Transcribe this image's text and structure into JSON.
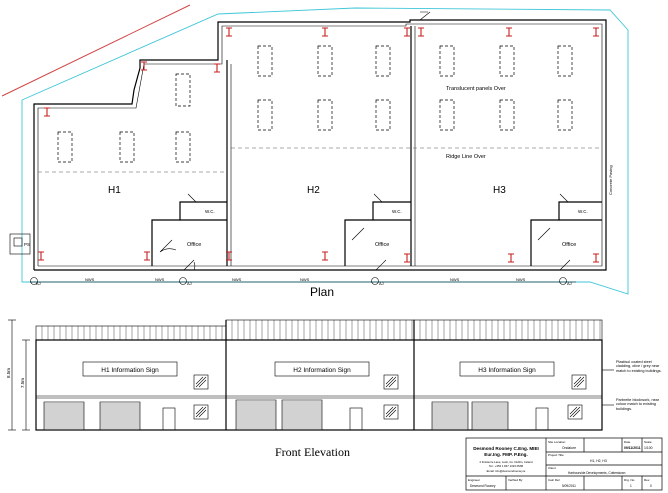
{
  "plan": {
    "title": "Plan",
    "units": [
      {
        "label": "H1",
        "office": "Office",
        "wc": "W.C."
      },
      {
        "label": "H2",
        "office": "Office",
        "wc": "W.C."
      },
      {
        "label": "H3",
        "office": "Office",
        "wc": "W.C."
      }
    ],
    "translucent_note": "Translucent panels Over",
    "ridge_note": "Ridge Line Over",
    "paving_note": "Concrete Paving",
    "aj_marks": [
      "AJ",
      "AJ",
      "AJ",
      "AJ"
    ],
    "nws_marks": [
      "NWS",
      "NWS",
      "NWS",
      "NWS",
      "NWS",
      "NWS"
    ],
    "ps_mark": "PS"
  },
  "elevation": {
    "title": "Front Elevation",
    "signs": [
      "H1 Information Sign",
      "H2 Information Sign",
      "H3 Information Sign"
    ],
    "dim_overall": "8.5m",
    "dim_eaves": "7.5m",
    "note_cladding": "Plastisol coated steel cladding, olive / grey near match to existing buildings.",
    "note_blockwork": "Parbreite blockwork, near colour match to existing buildings."
  },
  "title_block": {
    "firm_line1": "Desmond Rooney C.Eng. MIEI",
    "firm_line2": "Eur.Ing. FMP. P.Eng.",
    "firm_addr": "4 Finisterre Lane, Lusk, Co. Dublin, Ireland",
    "firm_tel": "Tel.: +353 1 847 1323 PMM",
    "firm_email": "Email: info@desmondrooney.ie",
    "cell_site_location_label": "Site Location",
    "cell_site_location_value": "Ondalure",
    "cell_date_label": "Date",
    "cell_date_value": "09/11/2011",
    "cell_scale_label": "Scale",
    "cell_scale_value": "1/100",
    "cell_project_label": "Project Title",
    "cell_project_value": "H1, H2, H3",
    "cell_client_label": "Client",
    "cell_client_value": "Harbourside Developments, Cotterstown",
    "cell_engineer_label": "Engineer",
    "cell_engineer_value": "Desmond Rooney",
    "cell_verified_label": "Verified By",
    "cell_calc_label": "Calc Ref.",
    "cell_calc_value": "5/09/2011",
    "cell_drg_label": "Drg. No.",
    "cell_drg_value": "1",
    "cell_rev_label": "Rev.",
    "cell_rev_value": "0"
  }
}
